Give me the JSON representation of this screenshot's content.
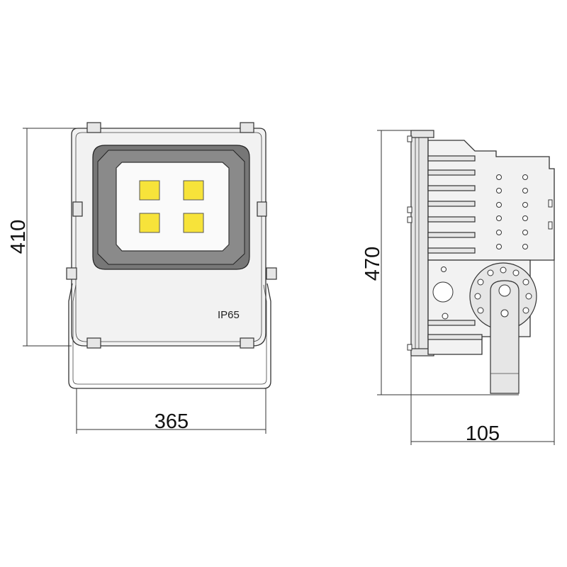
{
  "diagram": {
    "front_view": {
      "label": "IP65",
      "dimension_width": "365",
      "dimension_height": "410"
    },
    "side_view": {
      "dimension_depth": "105",
      "dimension_height": "470"
    },
    "colors": {
      "led_chip": "#f7e33a",
      "housing": "#f2f2f2",
      "lens_frame": "#777777"
    }
  }
}
